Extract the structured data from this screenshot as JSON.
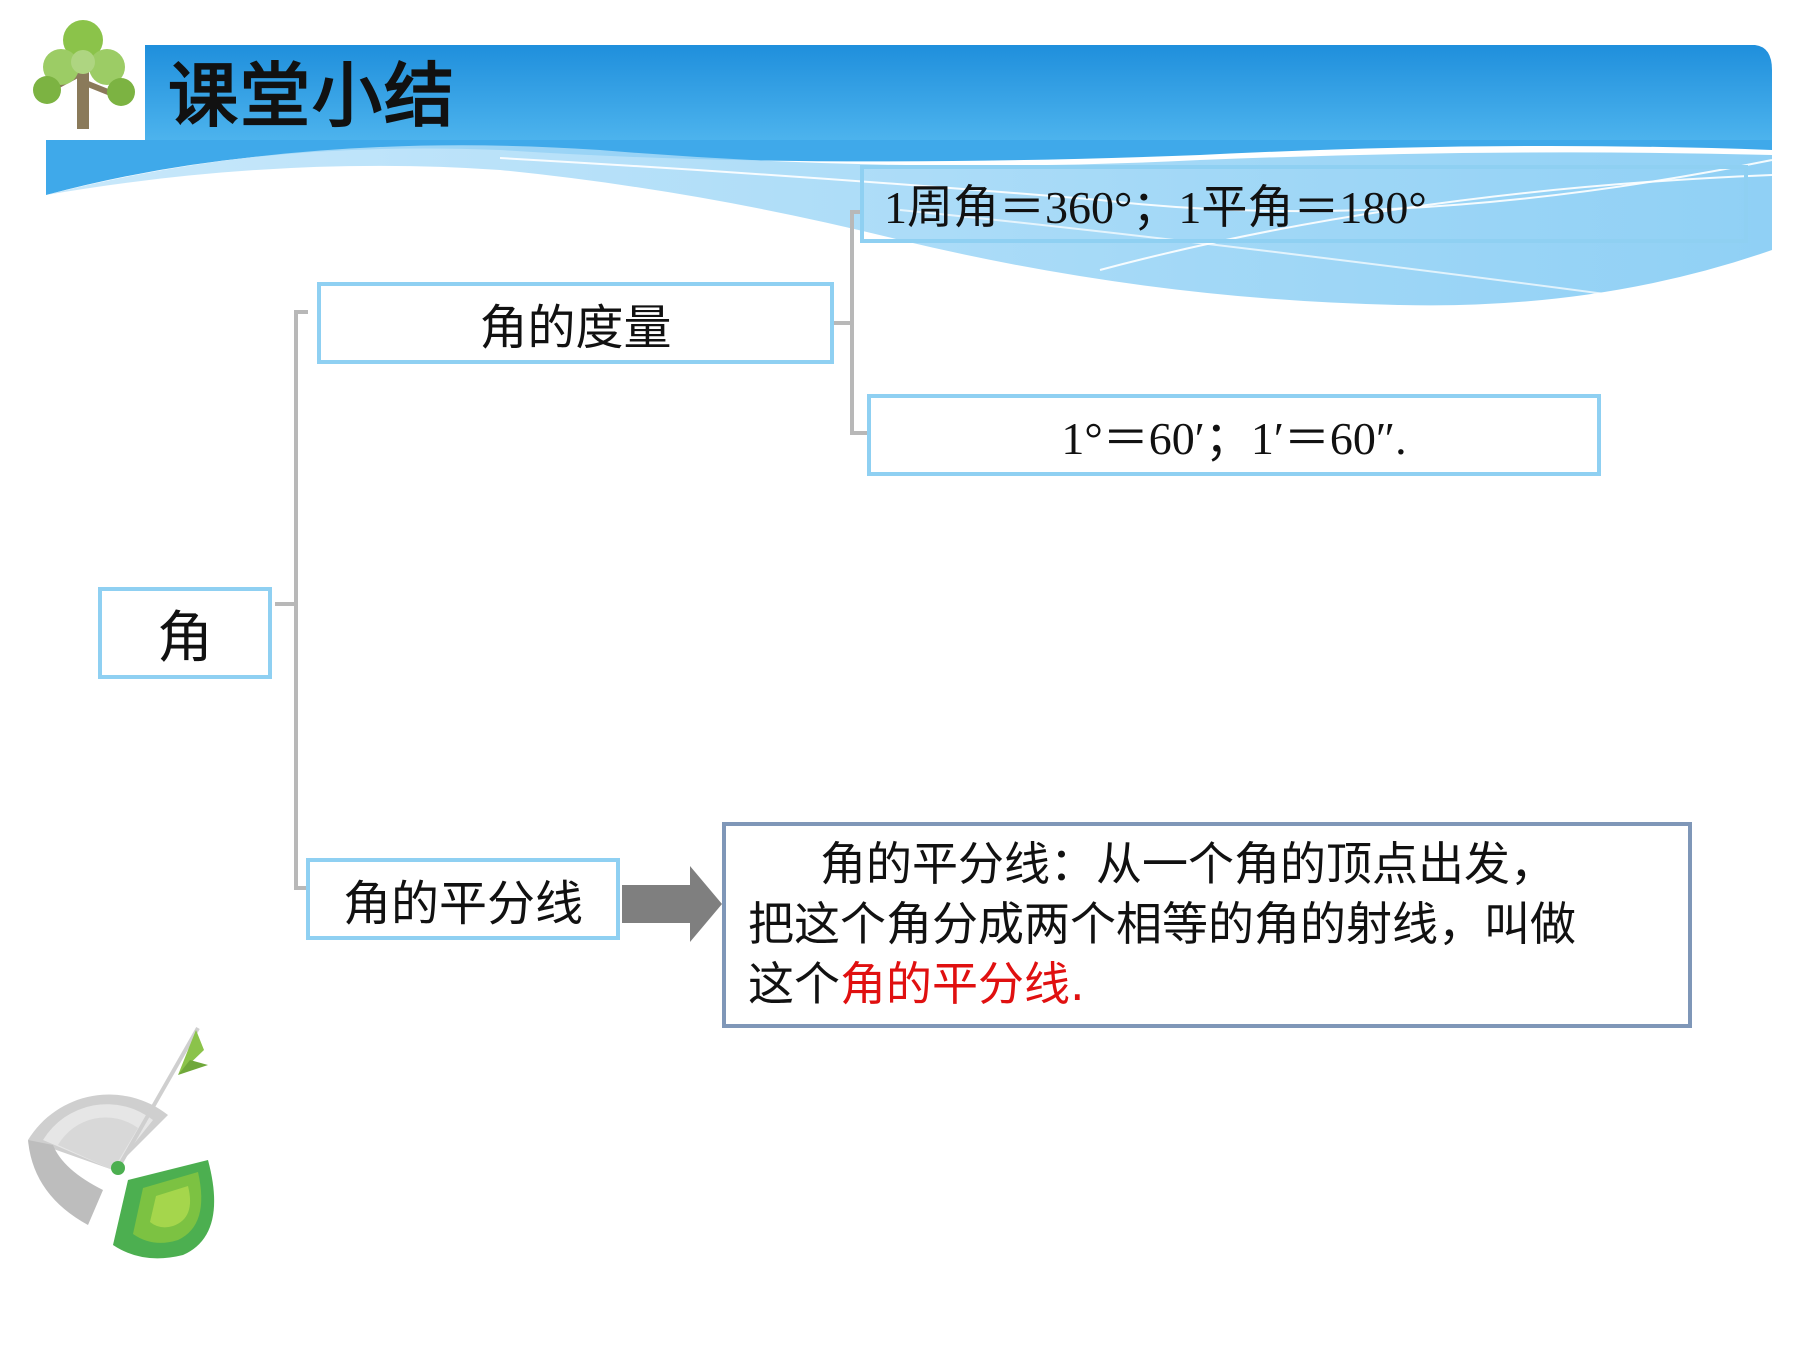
{
  "header": {
    "title": "课堂小结"
  },
  "diagram": {
    "root": "角",
    "measure": {
      "label": "角的度量",
      "items": [
        "1周角＝360°；1平角＝180°",
        "1°＝60′；1′＝60″."
      ]
    },
    "bisector": {
      "label": "角的平分线",
      "definition_line1": "角的平分线：从一个角的顶点出发，",
      "definition_line2": "把这个角分成两个相等的角的射线，叫做",
      "definition_prefix": "这个",
      "definition_highlight": "角的平分线.",
      "highlight_color": "#e01010"
    }
  },
  "colors": {
    "banner": "#2f9de0",
    "box_border": "#8fd0f2",
    "connector": "#b8b8b8",
    "arrow": "#7f7f7f"
  },
  "icons": [
    "tree-logo-icon",
    "target-arrow-icon"
  ]
}
